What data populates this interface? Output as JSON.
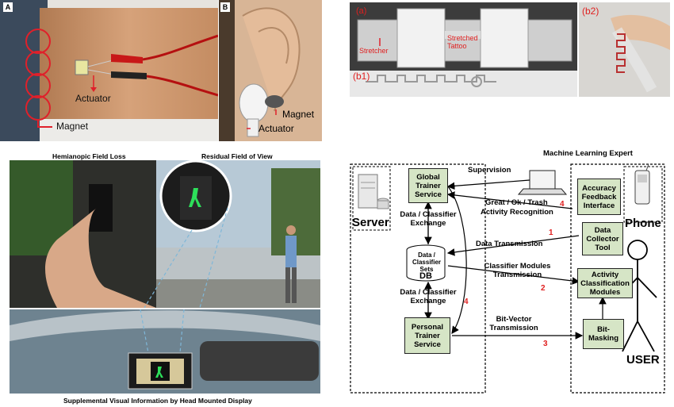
{
  "panel_a": {
    "tag": "A",
    "actuator_label": "Actuator",
    "magnet_label": "Magnet"
  },
  "panel_b": {
    "tag": "B",
    "magnet_label": "Magnet",
    "actuator_label": "Actuator"
  },
  "panel_b1_b2": {
    "tag_b1a": "(a)",
    "tag_b1": "(b1)",
    "tag_b2": "(b2)",
    "stretcher_label": "Stretcher",
    "stretched_tattoo_label": "Stretched Tattoo"
  },
  "vision_panel": {
    "left_title": "Hemianopic Field Loss",
    "right_title": "Residual Field of View",
    "caption": "Supplemental  Visual Information by Head Mounted Display"
  },
  "diagram": {
    "ml_expert": "Machine Learning Expert",
    "supervision": "Supervision",
    "global_trainer": "Global Trainer Service",
    "accuracy_feedback": "Accuracy Feedback Interface",
    "great_ok_trash": "Great / Ok / Trash",
    "activity_recognition": "Activity Recognition",
    "data_classifier_exchange_top": "Data / Classifier Exchange",
    "server": "Server",
    "phone": "Phone",
    "data_collector": "Data Collector Tool",
    "data_transmission": "Data Transmission",
    "db_sets": "Data / Classifier Sets",
    "db": "DB",
    "classifier_modules_transmission": "Classifier Modules Transmission",
    "activity_classification": "Activity Classification Modules",
    "data_classifier_exchange_bottom": "Data / Classifier Exchange",
    "personal_trainer": "Personal Trainer Service",
    "bit_vector_transmission": "Bit-Vector Transmission",
    "bit_masking": "Bit-Masking",
    "user": "USER",
    "num_1": "1",
    "num_2": "2",
    "num_3": "3",
    "num_4a": "4",
    "num_4b": "4"
  }
}
